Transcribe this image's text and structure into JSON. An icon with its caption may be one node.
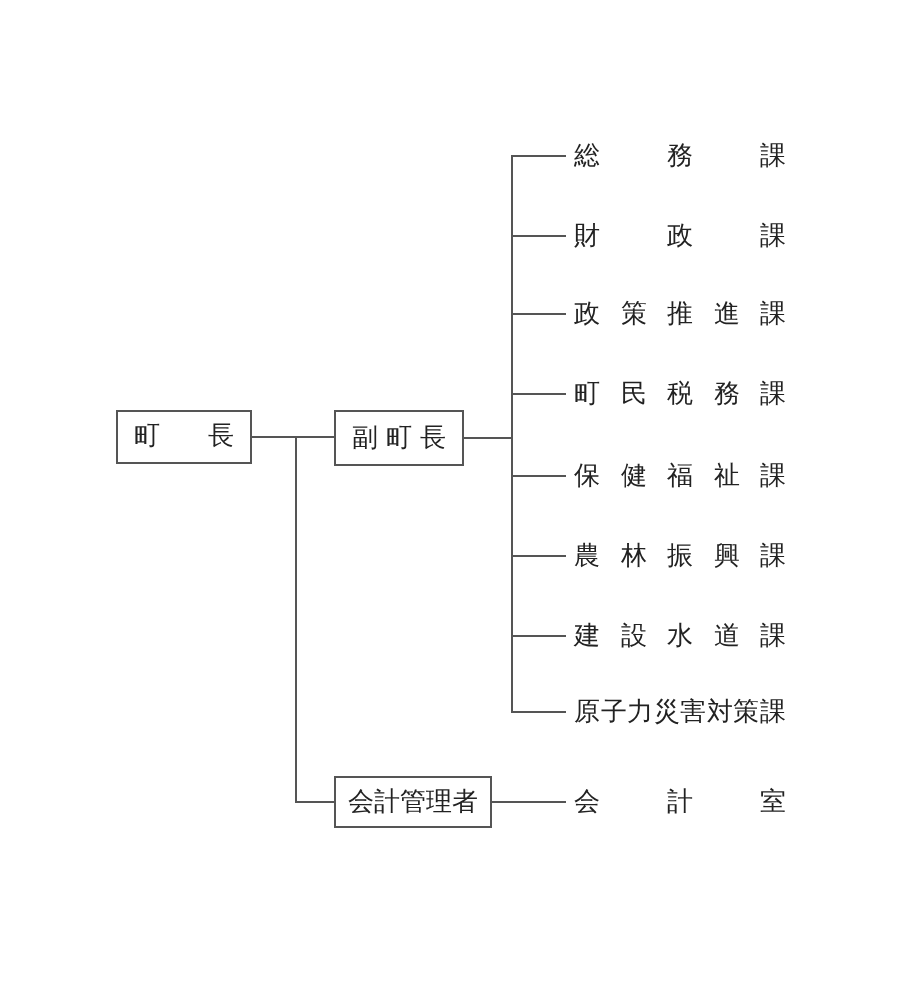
{
  "diagram": {
    "nodes": [
      {
        "text": [
          "町長"
        ]
      },
      {
        "text": [
          "副町長"
        ]
      },
      {
        "text": [
          "総務課"
        ]
      },
      {
        "text": [
          "財政課"
        ]
      },
      {
        "text": [
          "政策推進課"
        ]
      },
      {
        "text": [
          "町民税務課"
        ]
      },
      {
        "text": [
          "保健福祉課"
        ]
      },
      {
        "text": [
          "農林振興課"
        ]
      },
      {
        "text": [
          "建設水道課"
        ]
      },
      {
        "text": [
          "原子力災害対策課"
        ]
      },
      {
        "text": [
          "会計管理者"
        ]
      },
      {
        "text": [
          "会計室"
        ]
      }
    ],
    "edges": [
      {
        "from": 0,
        "to": 1,
        "arrow": "none"
      },
      {
        "from": 0,
        "to": 10,
        "arrow": "none"
      },
      {
        "from": 1,
        "to": 2,
        "arrow": "none"
      },
      {
        "from": 1,
        "to": 3,
        "arrow": "none"
      },
      {
        "from": 1,
        "to": 4,
        "arrow": "none"
      },
      {
        "from": 1,
        "to": 5,
        "arrow": "none"
      },
      {
        "from": 1,
        "to": 6,
        "arrow": "none"
      },
      {
        "from": 1,
        "to": 7,
        "arrow": "none"
      },
      {
        "from": 1,
        "to": 8,
        "arrow": "none"
      },
      {
        "from": 1,
        "to": 9,
        "arrow": "none"
      },
      {
        "from": 10,
        "to": 11,
        "arrow": "none"
      }
    ]
  }
}
